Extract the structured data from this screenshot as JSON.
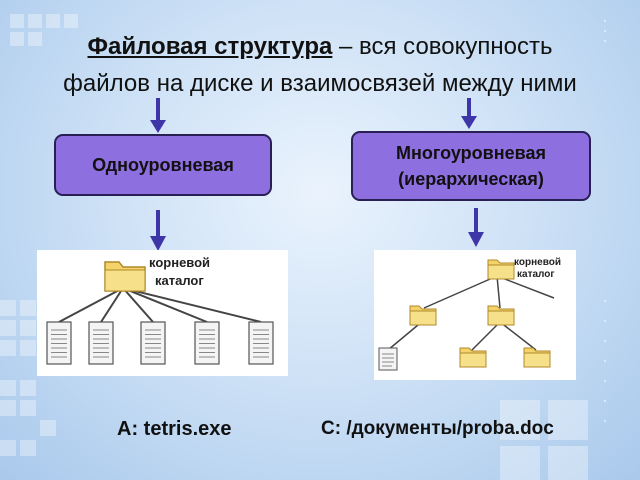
{
  "title": {
    "term": "Файловая структура",
    "rest": " – вся совокупность",
    "line2": "файлов на диске и взаимосвязей между ними"
  },
  "boxes": {
    "single": "Одноуровневая",
    "multi_line1": "Многоуровневая",
    "multi_line2": "(иерархическая)"
  },
  "diagrams": {
    "single": {
      "root_line1": "корневой",
      "root_line2": "каталог",
      "file_count": 5
    },
    "multi": {
      "root_line1": "корневой",
      "root_line2": "каталог"
    }
  },
  "paths": {
    "single": "A: tetris.exe",
    "multi": "C: /документы/proba.doc"
  },
  "colors": {
    "box_fill": "#8e6fe0",
    "box_border": "#2a1f55",
    "arrow": "#3d35a8",
    "folder": "#f3d36a"
  }
}
